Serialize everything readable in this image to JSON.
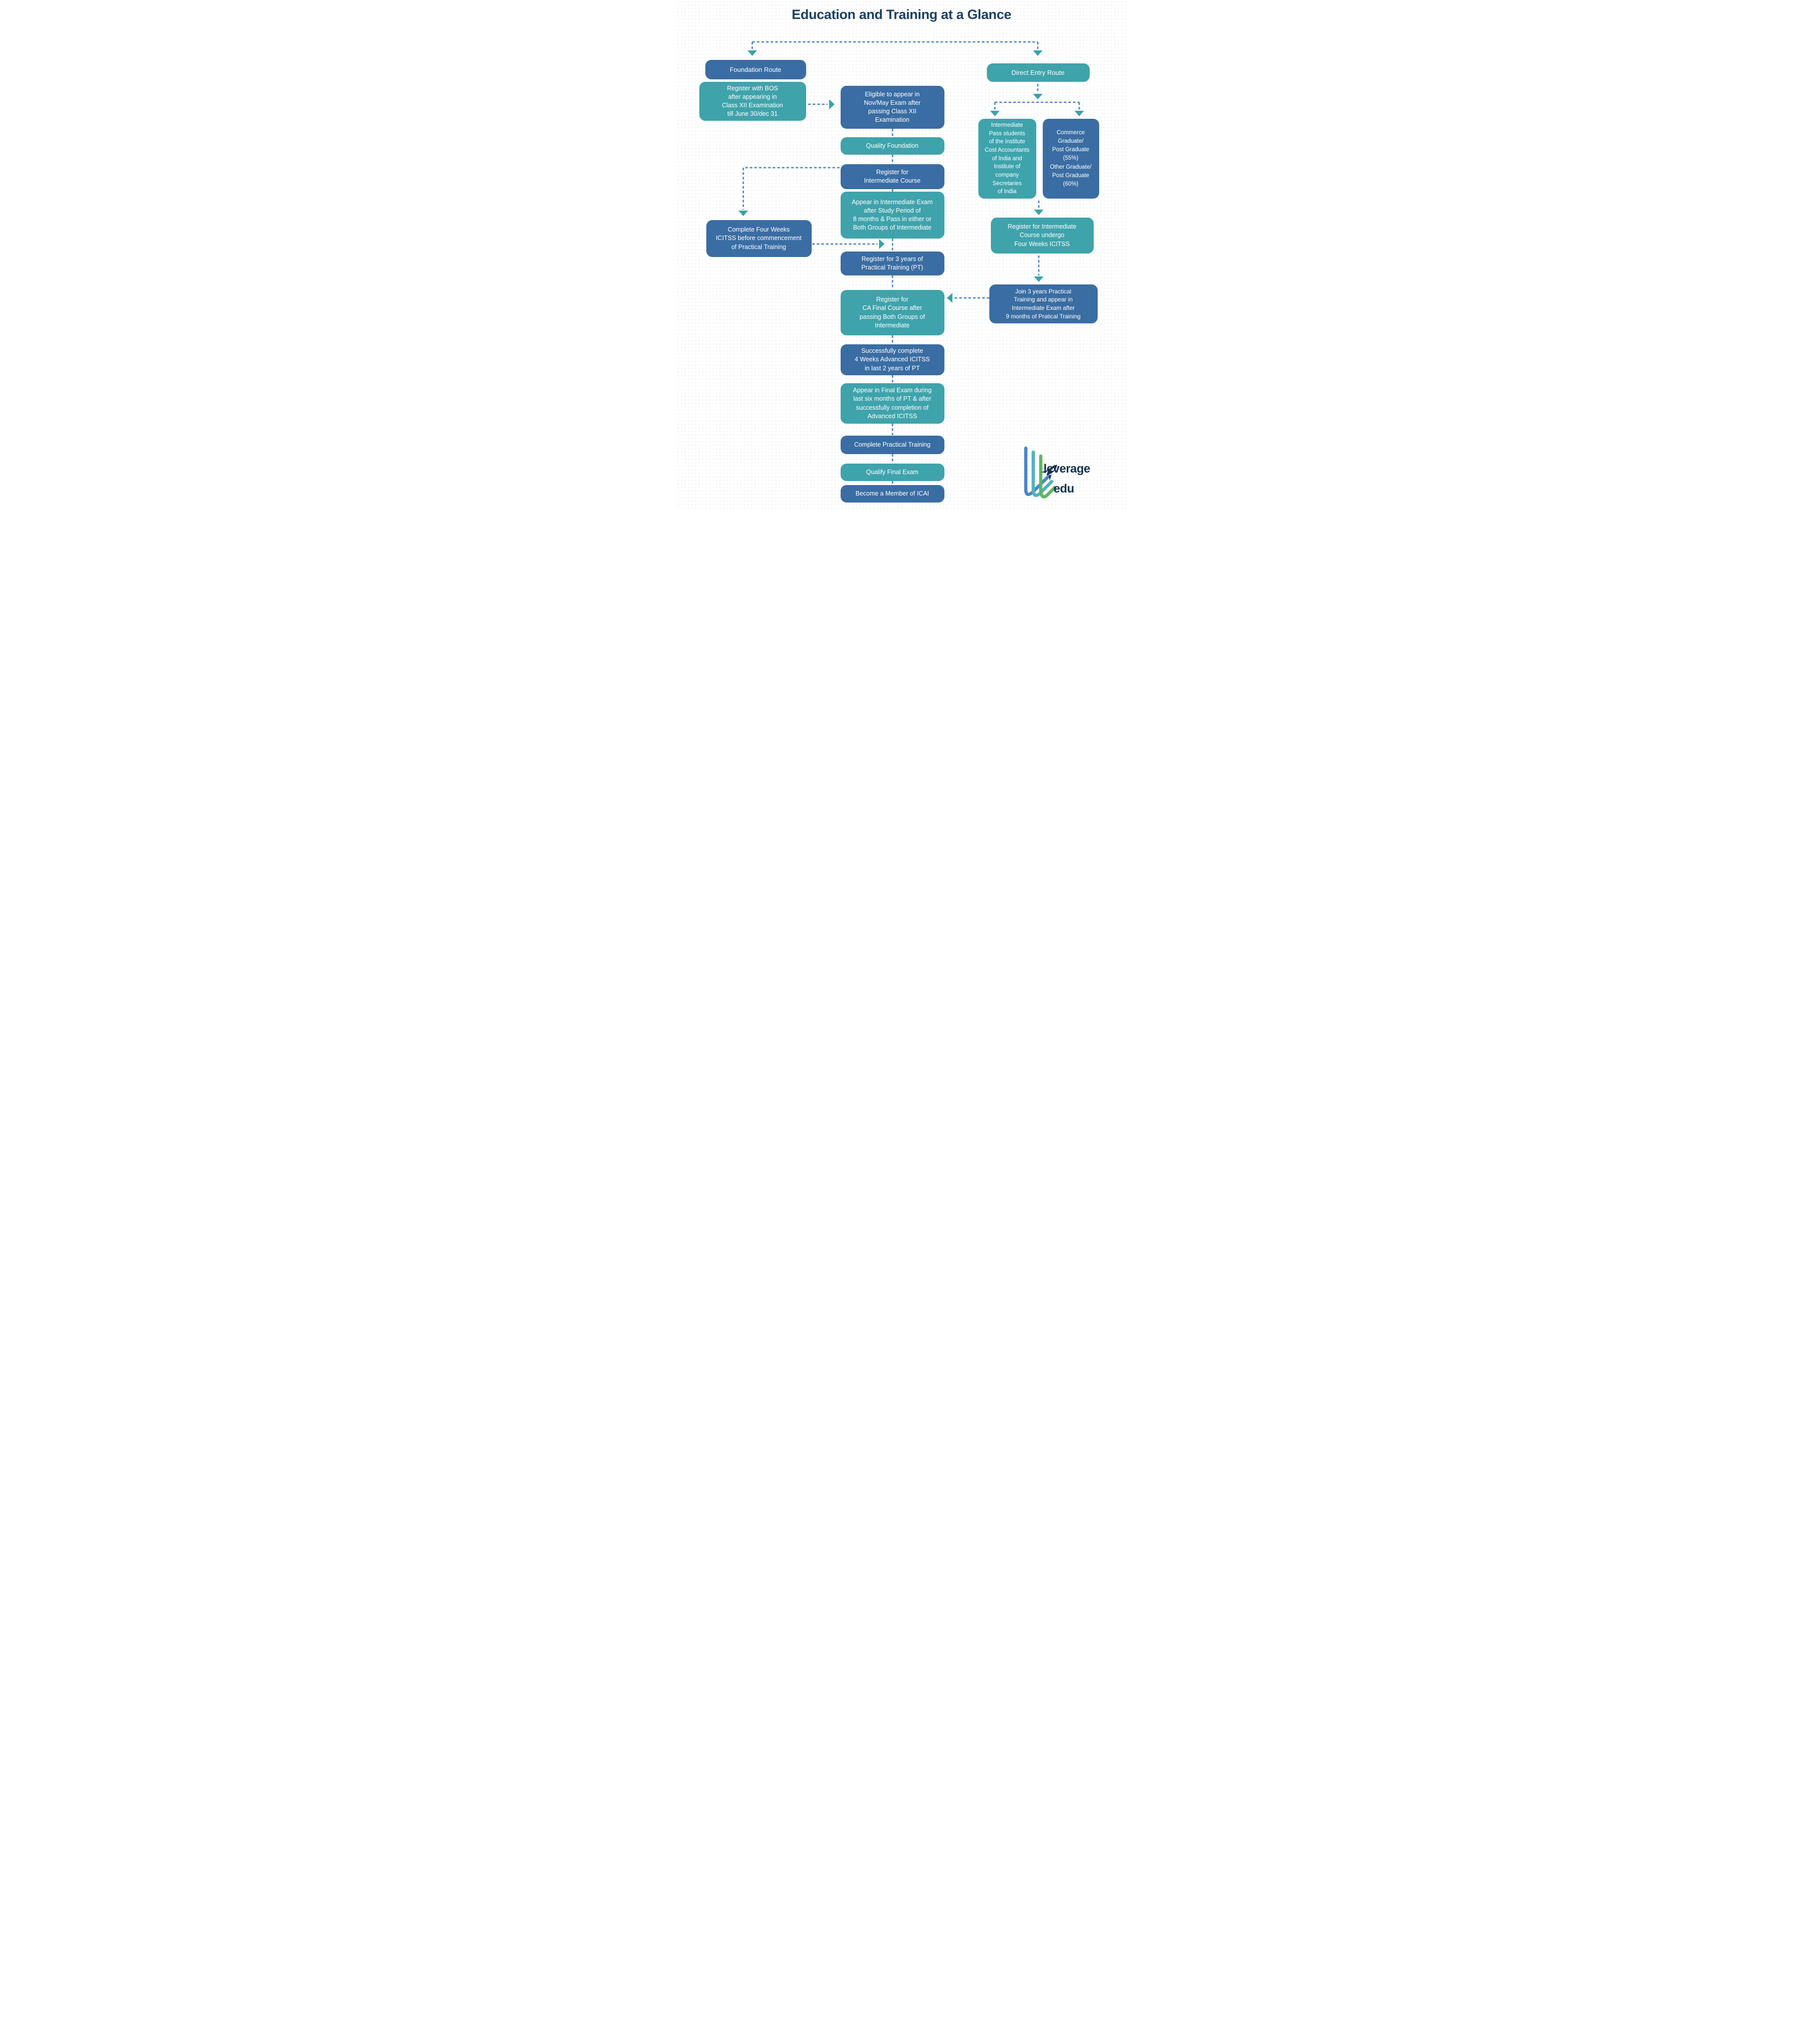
{
  "title": "Education and Training at a Glance",
  "nodes": {
    "foundation_route": "Foundation Route",
    "bos": "Register with BOS\nafter appearing in\nClass XII Examination\ntill June 30/dec 31",
    "icitss": "Complete Four Weeks\nICITSS before commencement\nof Practical Training",
    "eligible": "Eligible to appear in\nNov/May Exam after\npassing Class XII\nExamination",
    "quality_foundation": "Quality Foundation",
    "register_intermediate": "Register for\nIntermediate Course",
    "appear_intermediate": "Appear in Intermediate Exam\nafter Study Period of\n8 months & Pass in either or\nBoth Groups of Intermediate",
    "register_3_years": "Register for 3 years of\nPractical Training (PT)",
    "register_ca_final": "Register for\nCA Final Course after\npassing Both Groups of\nIntermediate",
    "successfully_complete": "Successfully complete\n4 Weeks Advanced ICITSS\nin last 2 years of PT",
    "appear_final": "Appear in Final Exam during\nlast six months of PT & after\nsuccessfully completion of\nAdvanced ICITSS",
    "complete_practical_training": "Complete Practical Training",
    "qualify_final_exam": "Qualify Final Exam",
    "become_member": "Become a Member of ICAI",
    "direct_entry_route": "Direct Entry Route",
    "intermediate_pass": "Intermediate\nPass students\nof the Institute\nCost Accountants\nof India and\nInstitute of\ncompany\nSecretaries\nof India",
    "commerce_graduate": "Commerce\nGraduate/\nPost Graduate\n(55%)\nOther Graduate/\nPost Graduate\n(60%)",
    "register_undergo": "Register for Intermediate\nCourse undergo\nFour Weeks ICITSS",
    "join_3_years": "Join 3 years Practical\nTraining and appear in\nIntermediate Exam after\n9 months of Pratical Training"
  },
  "logo": {
    "line1": "leverage",
    "line2": "edu"
  },
  "colors": {
    "box_dark_blue": "#3a6da3",
    "box_teal": "#3fa3ac",
    "dash_line_blue": "#4a80c0",
    "arrowhead_teal": "#39a2ab",
    "title_navy": "#1d3f66",
    "logo_navy": "#16324f",
    "logo_blue": "#4a86c8",
    "logo_teal": "#4fb3bf",
    "logo_green": "#5cb75f"
  }
}
